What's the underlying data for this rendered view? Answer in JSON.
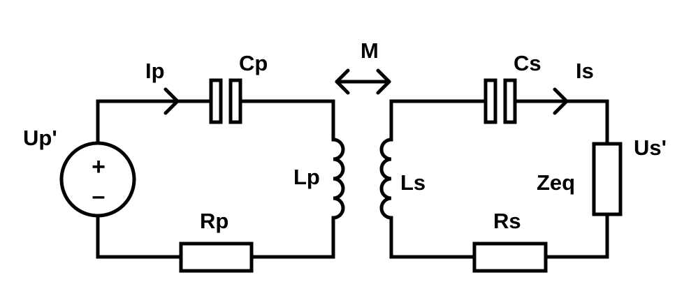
{
  "diagram": {
    "labels": {
      "source_voltage": "Up'",
      "primary_current": "Ip",
      "primary_capacitor": "Cp",
      "mutual_inductance": "M",
      "primary_inductor": "Lp",
      "primary_resistor": "Rp",
      "secondary_inductor": "Ls",
      "secondary_capacitor": "Cs",
      "secondary_current": "Is",
      "load_voltage": "Us'",
      "load_impedance": "Zeq",
      "secondary_resistor": "Rs"
    },
    "source_signs": {
      "plus": "+",
      "minus": "–"
    },
    "colors": {
      "line": "#000000",
      "background": "#ffffff"
    }
  }
}
